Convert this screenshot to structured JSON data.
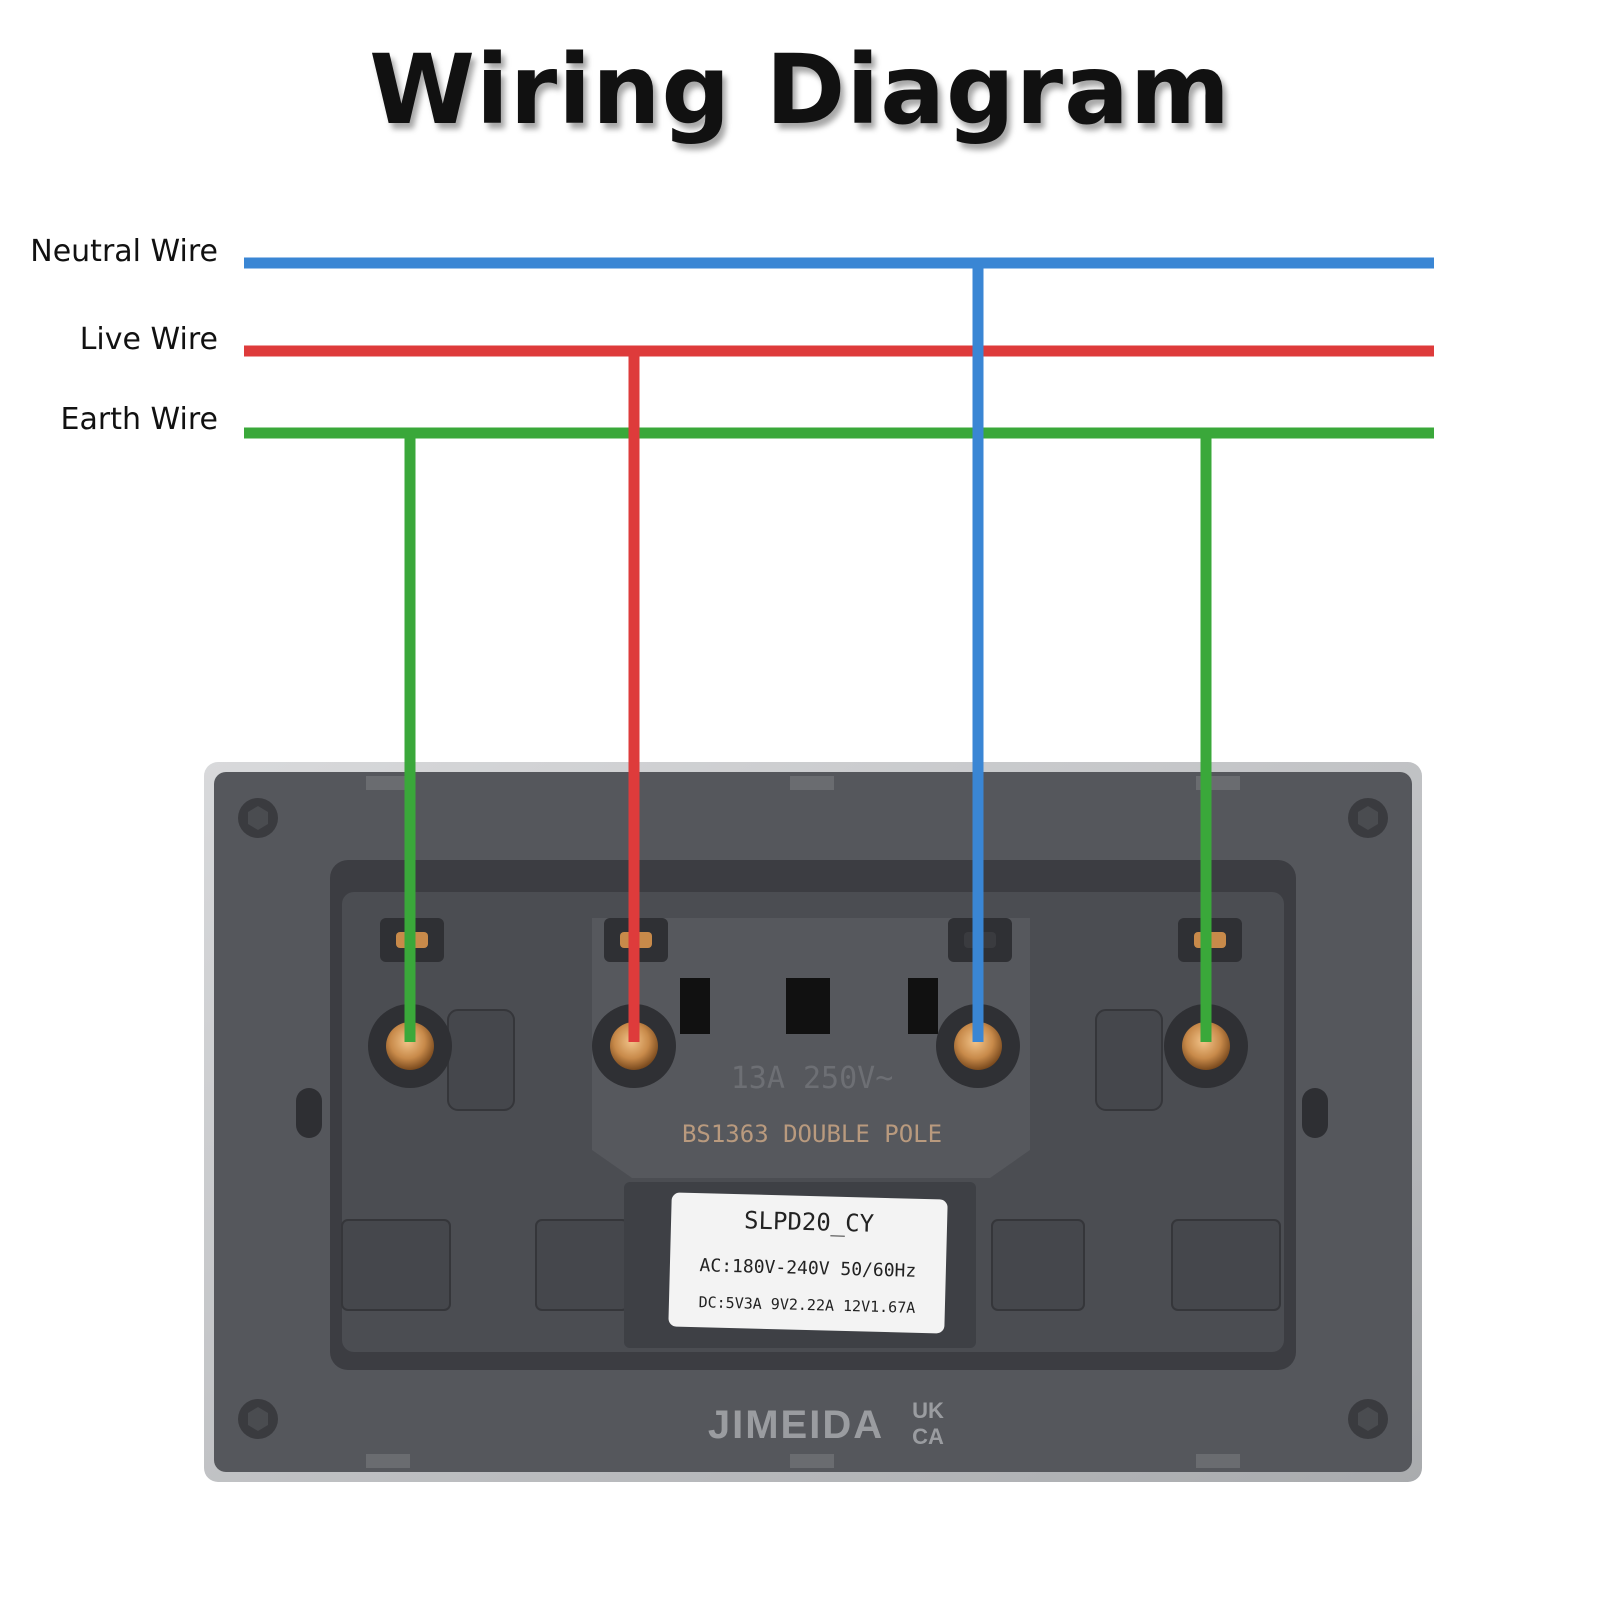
{
  "title": "Wiring Diagram",
  "wires": [
    {
      "id": "neutral",
      "label": "Neutral Wire",
      "color": "#3a86d4"
    },
    {
      "id": "live",
      "label": "Live Wire",
      "color": "#de3b3b"
    },
    {
      "id": "earth",
      "label": "Earth Wire",
      "color": "#3aa83a"
    }
  ],
  "socket": {
    "rating": "13A  250V~",
    "standard": "BS1363   DOUBLE POLE",
    "label": {
      "model": "SLPD20_CY",
      "ac": "AC:180V-240V 50/60Hz",
      "dc": "DC:5V3A 9V2.22A 12V1.67A"
    },
    "brand": "JIMEIDA",
    "mark_top": "UK",
    "mark_bottom": "CA"
  },
  "colors": {
    "plate": "#55575c",
    "plate_edge": "#c9cacc",
    "body": "#4b4d52",
    "terminal": "#2f3034",
    "brass": "#c88a4a"
  }
}
